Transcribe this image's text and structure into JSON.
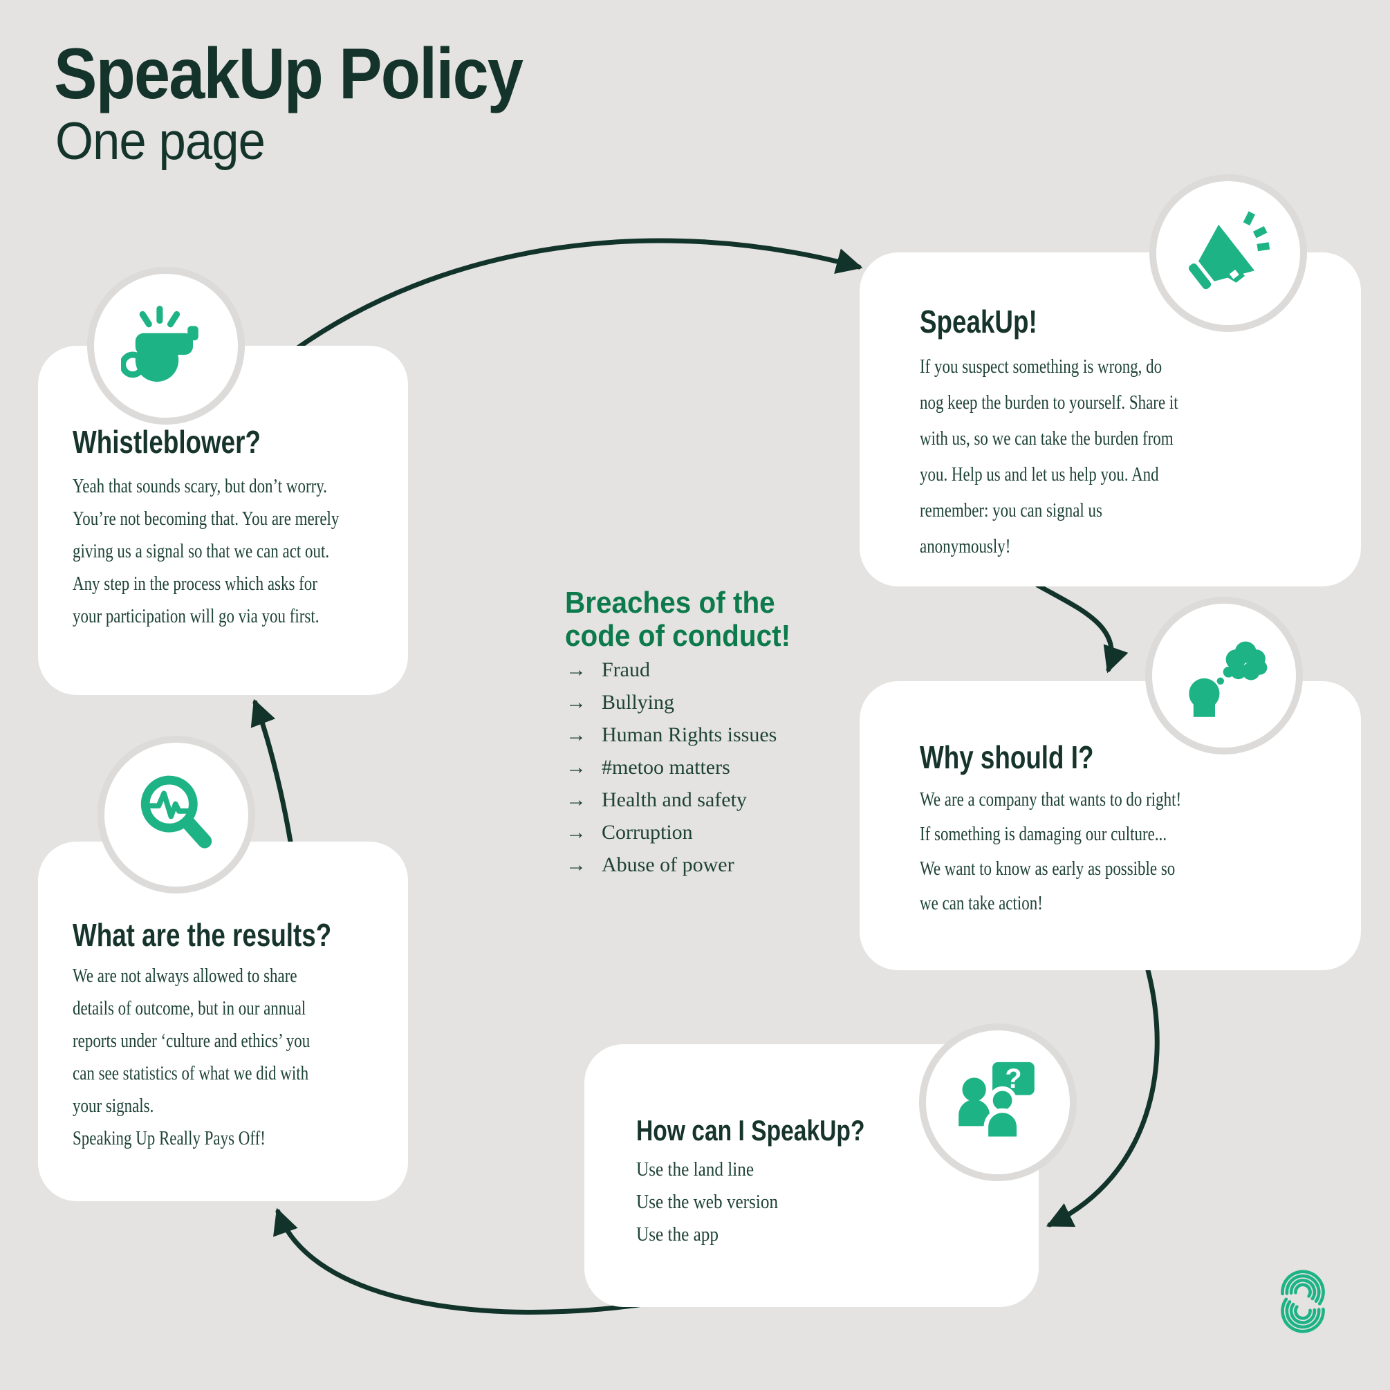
{
  "title": "SpeakUp Policy",
  "subtitle": "One page",
  "colors": {
    "background": "#e4e3e1",
    "card": "#ffffff",
    "heading_ink": "#16342b",
    "body_ink": "#1e4237",
    "brand_green": "#1db385",
    "deep_green": "#0d7a4c",
    "arrow_ink": "#12332a"
  },
  "cards": {
    "whistleblower": {
      "icon": "whistle-icon",
      "heading": "Whistleblower?",
      "body_lines": [
        "Yeah that sounds scary, but don’t worry.",
        "You’re not becoming that. You are merely",
        "giving us a signal so that we can act out.",
        "Any step in the process which asks for",
        "your participation will go via you first."
      ]
    },
    "speakup": {
      "icon": "megaphone-icon",
      "heading": "SpeakUp!",
      "body_lines": [
        "If you suspect something is wrong, do",
        "nog keep the burden to yourself. Share it",
        "with us, so we can take the burden from",
        "you. Help us and let us help you. And",
        "remember: you can signal us",
        "anonymously!"
      ]
    },
    "why": {
      "icon": "thinking-head-icon",
      "heading": "Why should I?",
      "body_lines": [
        "We are a company that wants to do right!",
        "If something is damaging our culture...",
        "We want to know as early as possible so",
        "we can take action!"
      ]
    },
    "results": {
      "icon": "magnifier-pulse-icon",
      "heading": "What are the results?",
      "body_lines": [
        "We are not always allowed to share",
        "details of outcome, but in our annual",
        "reports under ‘culture and ethics’ you",
        "can see statistics of what we did with",
        "your signals.",
        "Speaking Up Really Pays Off!"
      ]
    },
    "how": {
      "icon": "people-question-icon",
      "heading": "How can I SpeakUp?",
      "body_lines": [
        "Use the land line",
        "Use the web version",
        "Use the app"
      ]
    }
  },
  "breaches": {
    "heading_lines": [
      "Breaches of the",
      "code of conduct!"
    ],
    "bullet": "→",
    "items": [
      "Fraud",
      "Bullying",
      "Human Rights issues",
      "#metoo matters",
      "Health and safety",
      "Corruption",
      "Abuse of power"
    ]
  },
  "logo": "speakup-s-logo"
}
